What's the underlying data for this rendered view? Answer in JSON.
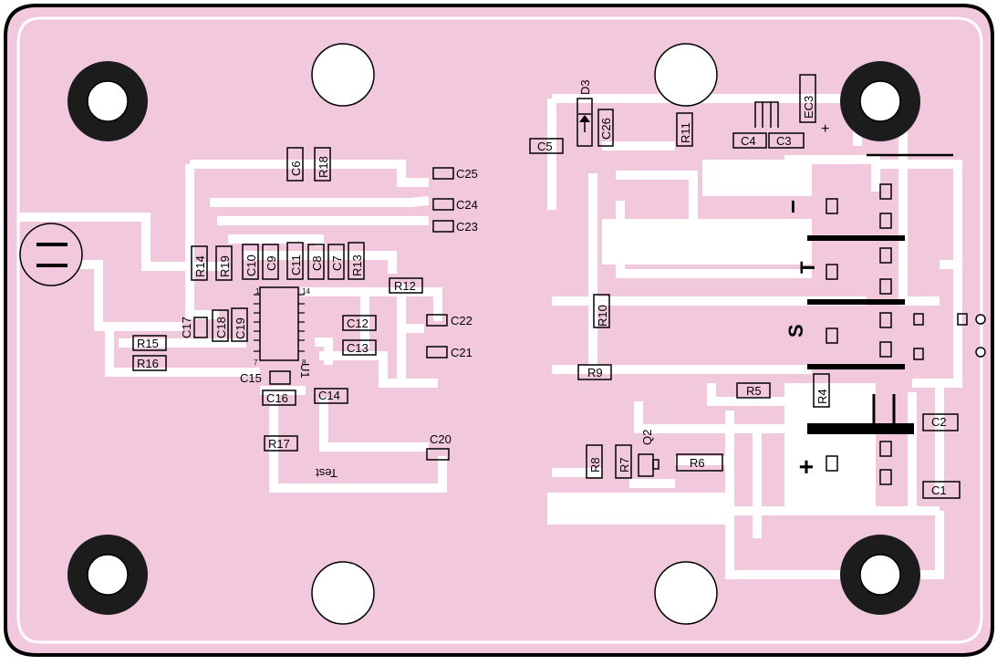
{
  "colors": {
    "board": "#f2c8dc",
    "trace": "#ffffff",
    "outline": "#000000",
    "ink": "#000000"
  },
  "labels": {
    "d3": "D3",
    "c26": "C26",
    "r11": "R11",
    "ec3": "EC3",
    "plus_top": "+",
    "c4": "C4",
    "c3": "C3",
    "c5": "C5",
    "c6": "C6",
    "r18": "R18",
    "c25": "C25",
    "c24": "C24",
    "c23": "C23",
    "r14": "R14",
    "r19": "R19",
    "c10": "C10",
    "c9": "C9",
    "c11": "C11",
    "c8": "C8",
    "c7": "C7",
    "r13": "R13",
    "r12": "R12",
    "pin1": "1",
    "pin14": "14",
    "pin7": "7",
    "pin8": "8",
    "c22": "C22",
    "c21": "C21",
    "c12": "C12",
    "c13": "C13",
    "c17": "C17",
    "c18": "C18",
    "c19": "C19",
    "r15": "R15",
    "r16": "R16",
    "c15": "C15",
    "u1": "U1",
    "c16": "C16",
    "c14": "C14",
    "r17": "R17",
    "c20": "C20",
    "test": "Test",
    "r10": "R10",
    "r9": "R9",
    "r5": "R5",
    "r4": "R4",
    "r8": "R8",
    "r7": "R7",
    "q2": "Q2",
    "r6": "R6",
    "c2": "C2",
    "c1": "C1",
    "minus_sign": "−",
    "t_sign": "T",
    "s_sign": "S",
    "plus_sign": "+"
  }
}
